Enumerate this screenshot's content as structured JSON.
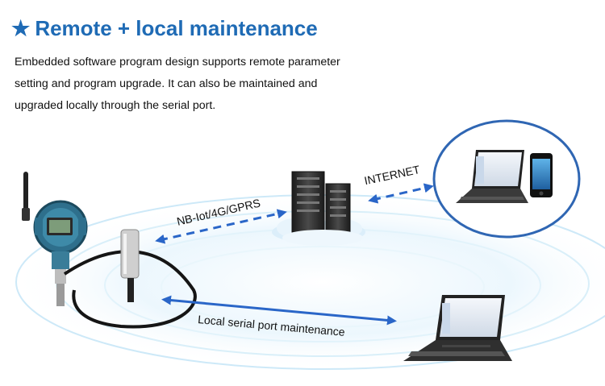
{
  "header": {
    "star": "★",
    "title": "Remote + local maintenance"
  },
  "description": {
    "lines": [
      "Embedded software program design supports remote parameter",
      "setting and program upgrade. It can also be maintained and",
      "upgraded locally through the serial port."
    ]
  },
  "diagram": {
    "link_wireless": "NB-Iot/4G/GPRS",
    "link_internet": "INTERNET",
    "link_local": "Local serial port maintenance"
  },
  "colors": {
    "title": "#1f6bb5",
    "arrow": "#2a66c8",
    "ring": "#bfe3f7"
  }
}
